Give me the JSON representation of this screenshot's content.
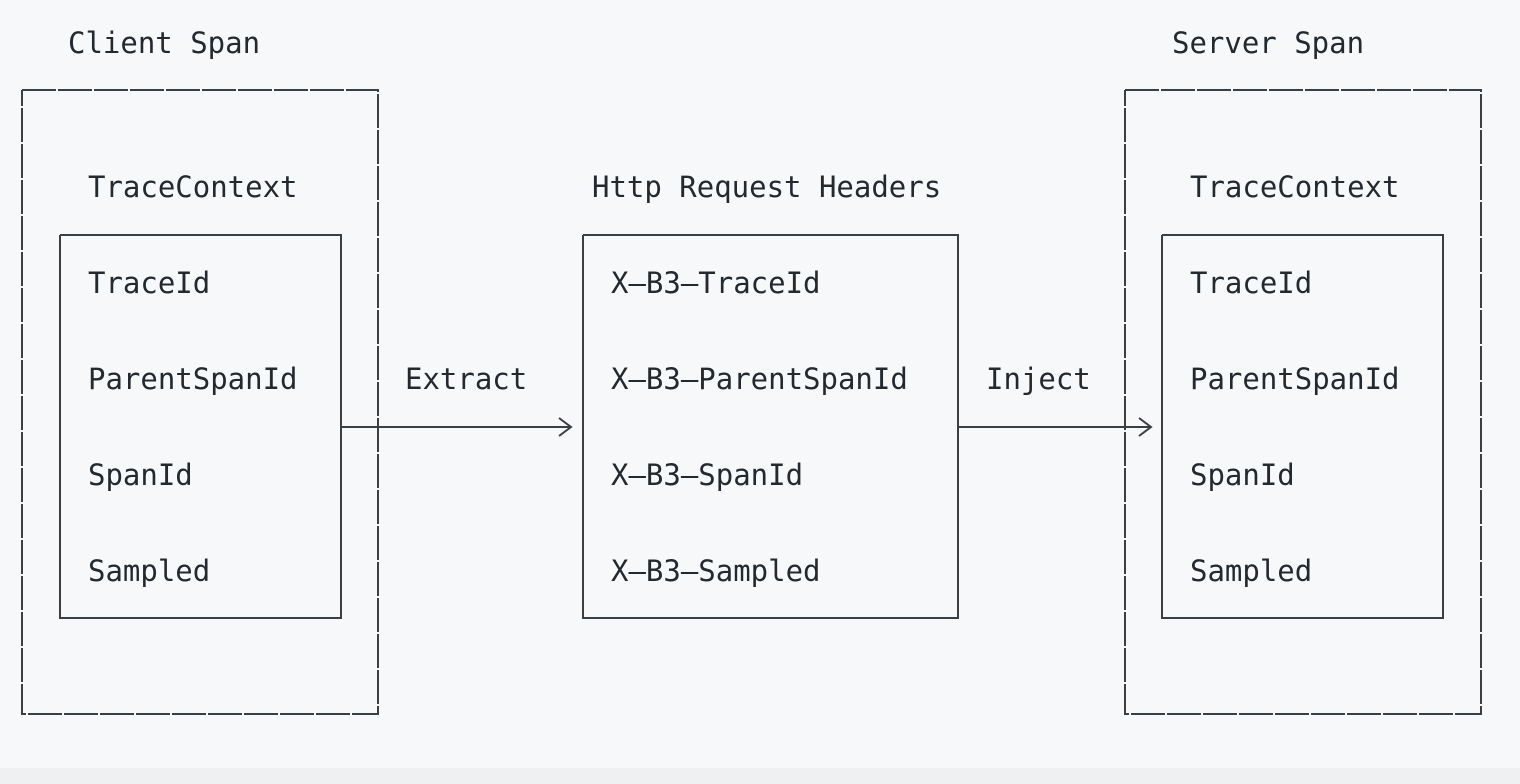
{
  "client": {
    "title": "Client Span",
    "context_label": "TraceContext",
    "fields": [
      "TraceId",
      "ParentSpanId",
      "SpanId",
      "Sampled"
    ]
  },
  "headers": {
    "title": "Http Request Headers",
    "fields": [
      "X—B3—TraceId",
      "X—B3—ParentSpanId",
      "X—B3—SpanId",
      "X—B3—Sampled"
    ]
  },
  "server": {
    "title": "Server Span",
    "context_label": "TraceContext",
    "fields": [
      "TraceId",
      "ParentSpanId",
      "SpanId",
      "Sampled"
    ]
  },
  "arrows": {
    "extract_label": "Extract",
    "inject_label": "Inject"
  }
}
